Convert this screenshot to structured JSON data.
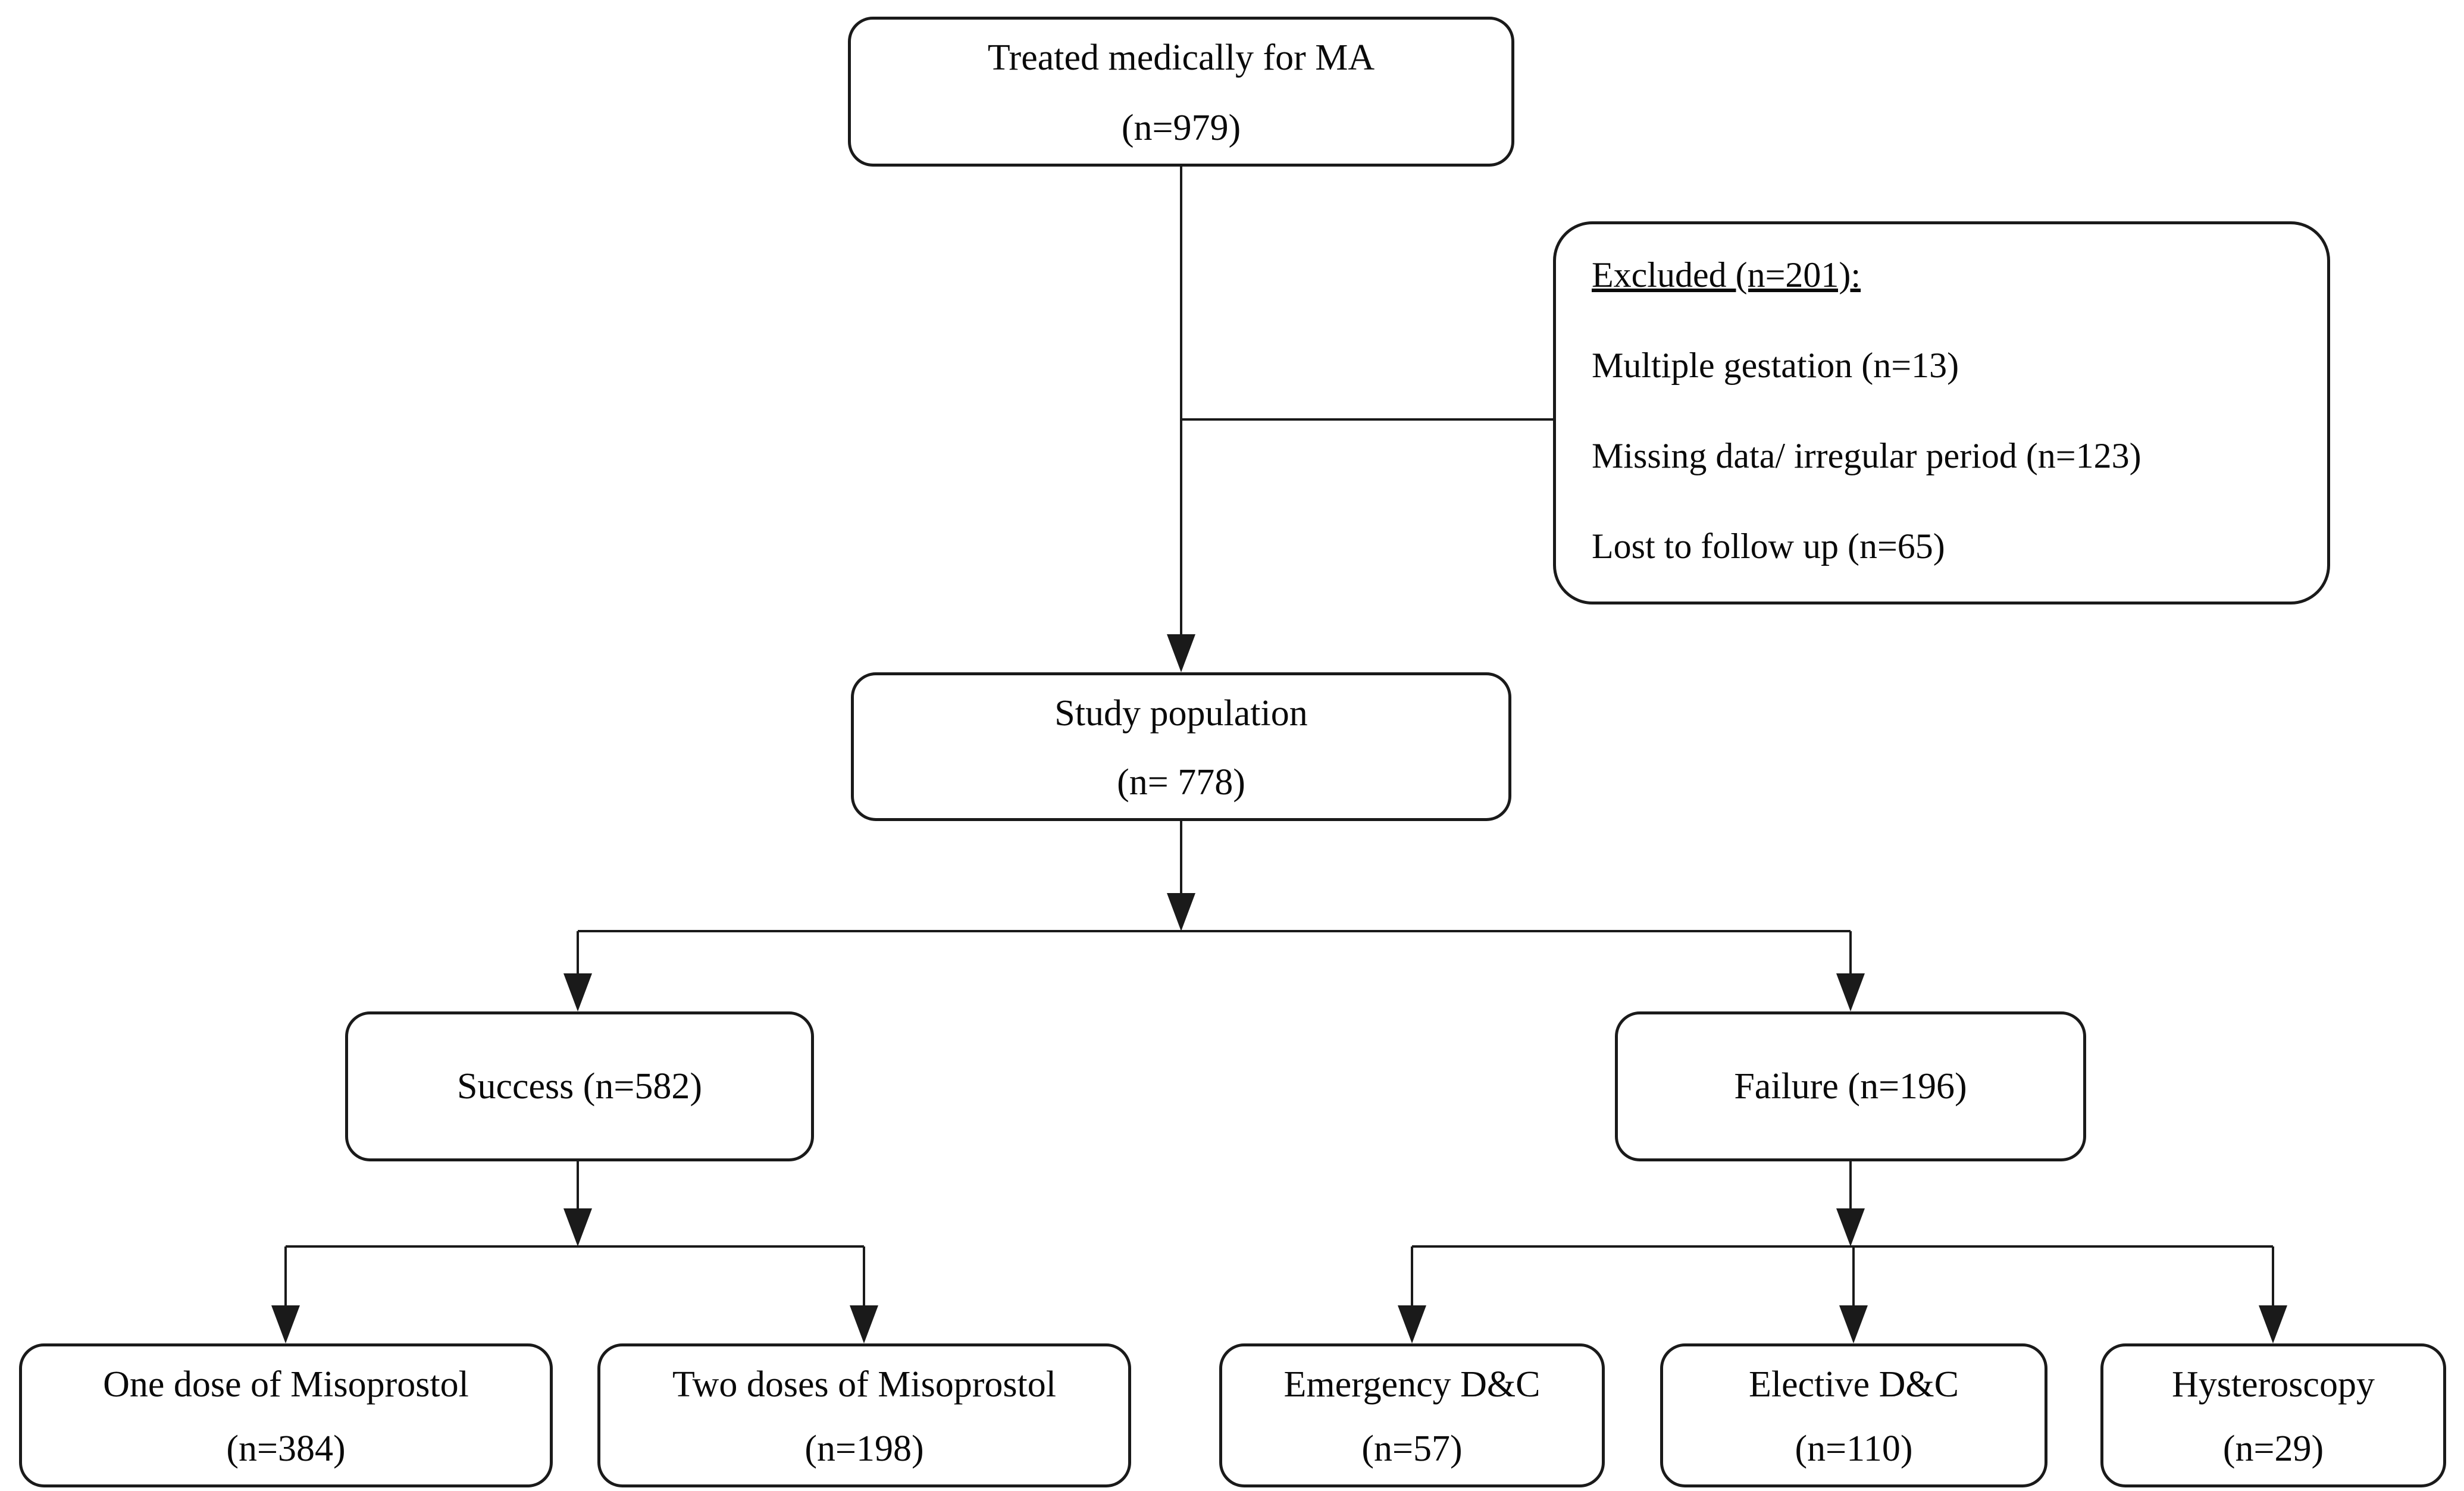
{
  "diagram": {
    "type": "flowchart",
    "colors": {
      "background": "#ffffff",
      "box_fill": "#ffffff",
      "box_border": "#1a1a1a",
      "text": "#0a0a0a",
      "connector": "#1a1a1a"
    },
    "nodes": {
      "root": {
        "line1": "Treated medically for MA",
        "line2": "(n=979)"
      },
      "excluded": {
        "heading": "Excluded (n=201):",
        "items": [
          "Multiple gestation (n=13)",
          "Missing data/ irregular period (n=123)",
          "Lost to follow up (n=65)"
        ]
      },
      "study": {
        "line1": "Study population",
        "line2": "(n= 778)"
      },
      "success": {
        "label": "Success (n=582)"
      },
      "failure": {
        "label": "Failure (n=196)"
      },
      "one_dose": {
        "line1": "One dose of Misoprostol",
        "line2": "(n=384)"
      },
      "two_doses": {
        "line1": "Two doses of Misoprostol",
        "line2": "(n=198)"
      },
      "emergency_dc": {
        "line1": "Emergency D&C",
        "line2": "(n=57)"
      },
      "elective_dc": {
        "line1": "Elective D&C",
        "line2": "(n=110)"
      },
      "hysteroscopy": {
        "line1": "Hysteroscopy",
        "line2": "(n=29)"
      }
    },
    "edges": [
      "root -> study",
      "root -> excluded",
      "study -> success",
      "study -> failure",
      "success -> one_dose",
      "success -> two_doses",
      "failure -> emergency_dc",
      "failure -> elective_dc",
      "failure -> hysteroscopy"
    ]
  }
}
